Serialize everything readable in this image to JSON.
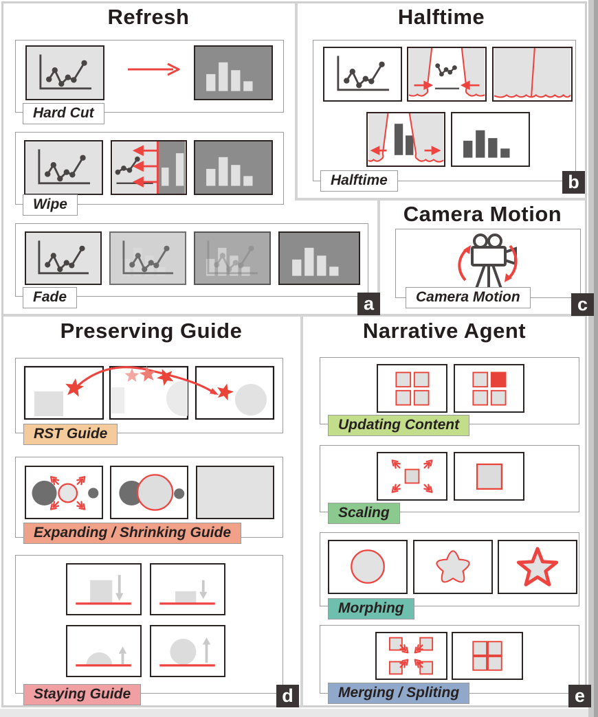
{
  "colors": {
    "red": "#ee4440",
    "badge_bg": "#3b3535",
    "label_plain_bg": "#ffffff",
    "label_rst_bg": "#f6cb9b",
    "label_expand_bg": "#f2a189",
    "label_stay_bg": "#f0a0a3",
    "label_update_bg": "#c3de8b",
    "label_scale_bg": "#8bc98e",
    "label_morph_bg": "#6ebfad",
    "label_merge_bg": "#90a9cb"
  },
  "panels": {
    "refresh": {
      "title": "Refresh",
      "badge": "a",
      "hard_cut_label": "Hard Cut",
      "wipe_label": "Wipe",
      "fade_label": "Fade"
    },
    "halftime": {
      "title": "Halftime",
      "badge": "b",
      "label": "Halftime"
    },
    "camera_motion": {
      "title": "Camera Motion",
      "badge": "c",
      "label": "Camera Motion"
    },
    "preserving_guide": {
      "title": "Preserving Guide",
      "badge": "d",
      "rst_label": "RST Guide",
      "expand_label": "Expanding / Shrinking Guide",
      "stay_label": "Staying Guide"
    },
    "narrative_agent": {
      "title": "Narrative Agent",
      "badge": "e",
      "update_label": "Updating Content",
      "scale_label": "Scaling",
      "morph_label": "Morphing",
      "merge_label": "Merging / Spliting"
    }
  }
}
